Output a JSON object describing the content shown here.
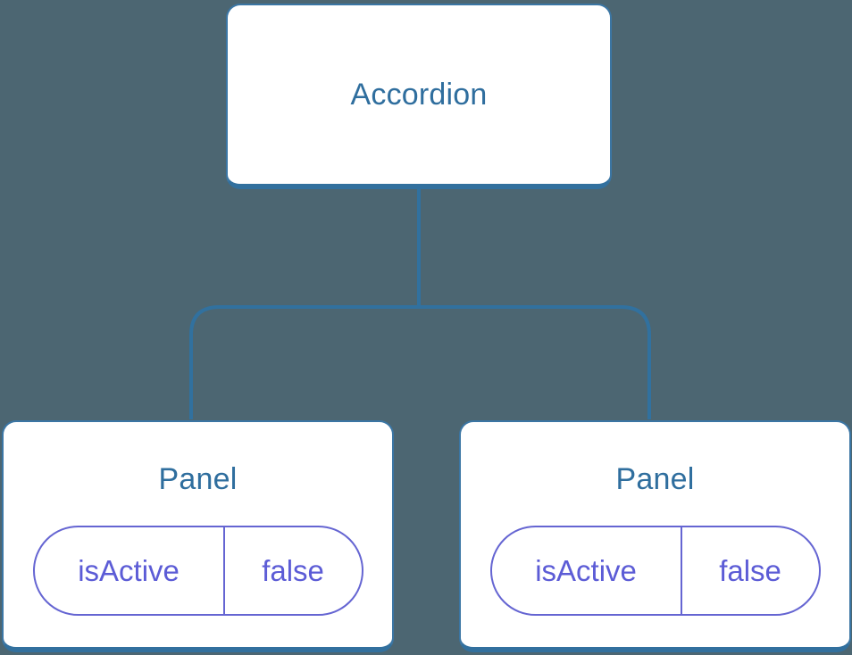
{
  "diagram": {
    "description": "Component tree diagram: a parent component with two child components each holding local state",
    "root": {
      "title": "Accordion"
    },
    "panels": [
      {
        "title": "Panel",
        "state": {
          "name": "isActive",
          "value": "false"
        }
      },
      {
        "title": "Panel",
        "state": {
          "name": "isActive",
          "value": "false"
        }
      }
    ]
  },
  "colors": {
    "background": "#4C6672",
    "node_fill": "#FFFFFF",
    "node_stroke": "#35719E",
    "node_text": "#2F6E9E",
    "connector": "#31719F",
    "state_accent": "#5C5CD6"
  }
}
